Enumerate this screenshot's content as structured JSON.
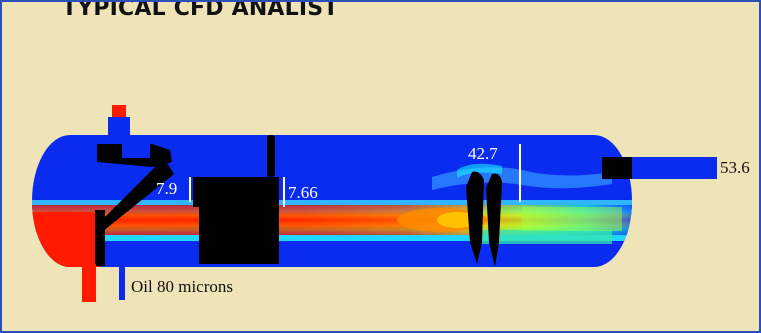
{
  "title": "TYPICAL CFD ANALIST",
  "figure": {
    "labels": {
      "left_gap": "7.9",
      "right_gap": "7.66",
      "mid_top": "42.7",
      "outlet": "53.6"
    },
    "legend_text": "Oil 80 microns"
  }
}
